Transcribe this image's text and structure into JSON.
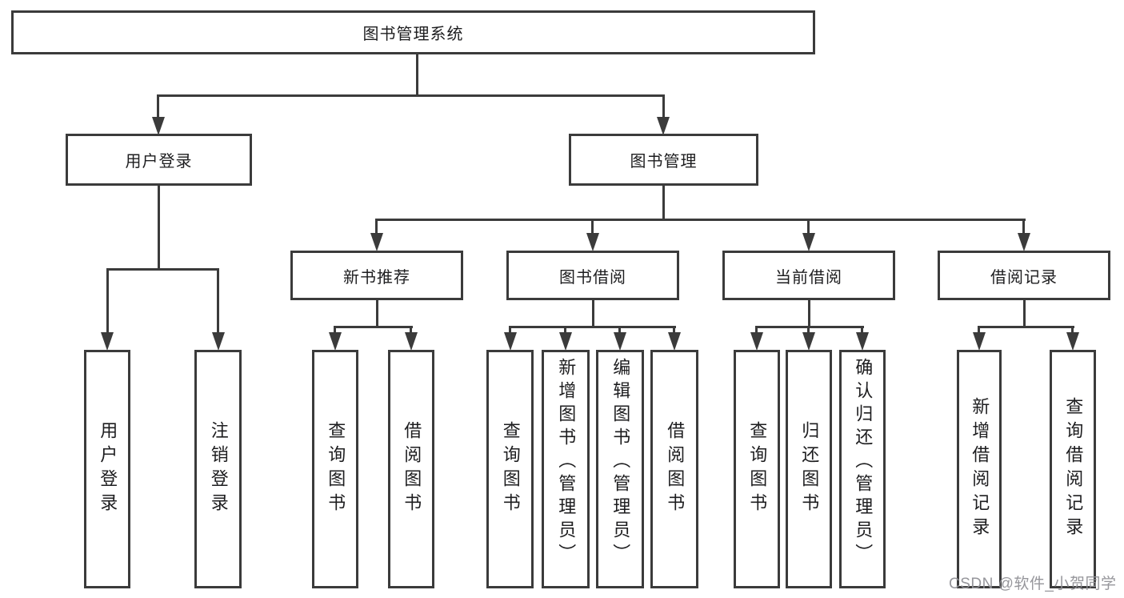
{
  "diagram": {
    "title": "图书管理系统",
    "type": "hierarchy-tree",
    "colors": {
      "line": "#3b3b3b",
      "box_border": "#3b3b3b",
      "box_fill": "#ffffff",
      "text": "#1d1d1f",
      "background": "#ffffff",
      "watermark": "#90969a"
    }
  },
  "tree": {
    "root": {
      "label": "图书管理系统",
      "children": [
        {
          "label": "用户登录",
          "children": [
            {
              "label": "用户登录"
            },
            {
              "label": "注销登录"
            }
          ]
        },
        {
          "label": "图书管理",
          "children": [
            {
              "label": "新书推荐",
              "children": [
                {
                  "label": "查询图书"
                },
                {
                  "label": "借阅图书"
                }
              ]
            },
            {
              "label": "图书借阅",
              "children": [
                {
                  "label": "查询图书"
                },
                {
                  "label": "新增图书（管理员）"
                },
                {
                  "label": "编辑图书（管理员）"
                },
                {
                  "label": "借阅图书"
                }
              ]
            },
            {
              "label": "当前借阅",
              "children": [
                {
                  "label": "查询图书"
                },
                {
                  "label": "归还图书"
                },
                {
                  "label": "确认归还（管理员）"
                }
              ]
            },
            {
              "label": "借阅记录",
              "children": [
                {
                  "label": "新增借阅记录"
                },
                {
                  "label": "查询借阅记录"
                }
              ]
            }
          ]
        }
      ]
    }
  },
  "watermark": {
    "text": "CSDN @软件_小贺同学"
  }
}
